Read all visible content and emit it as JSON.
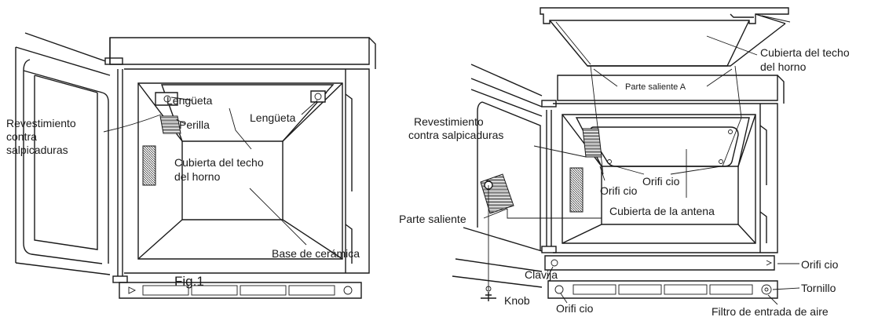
{
  "figure_label": "Fig.1",
  "fig1": {
    "lengueta_1": "Lengüeta",
    "lengueta_2": "Lengüeta",
    "perilla": "Perilla",
    "revestimiento_1": "Revestimiento",
    "revestimiento_2": "contra",
    "revestimiento_3": "salpicaduras",
    "cubierta_1": "Cubierta del techo",
    "cubierta_2": "del horno",
    "base": "Base de cerámica"
  },
  "fig2": {
    "cubierta_techo_1": "Cubierta del techo",
    "cubierta_techo_2": "del horno",
    "parte_saliente_a": "Parte saliente A",
    "revestimiento_1": "Revestimiento",
    "revestimiento_2": "contra salpicaduras",
    "orificio_1": "Orifi cio",
    "orificio_2": "Orifi cio",
    "orificio_3": "Orifi cio",
    "orificio_4": "Orifi cio",
    "cubierta_antena": "Cubierta de la antena",
    "parte_saliente": "Parte saliente",
    "clavija": "Clavija",
    "tornillo": "Tornillo",
    "knob": "Knob",
    "filtro": "Filtro de entrada de aire"
  }
}
